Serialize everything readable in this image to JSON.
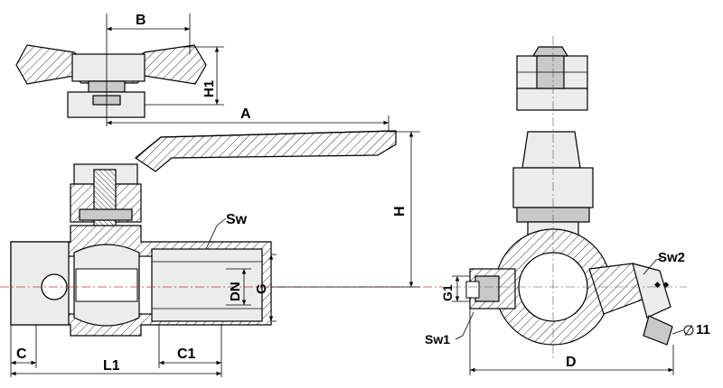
{
  "drawing": {
    "labels": {
      "B": "B",
      "H1": "H1",
      "A": "A",
      "H": "H",
      "Sw": "Sw",
      "DN": "DN",
      "G": "G",
      "C": "C",
      "L1": "L1",
      "C1": "C1",
      "Sw2": "Sw2",
      "G1": "G1",
      "Sw1": "Sw1",
      "D": "D",
      "eleven": "11"
    }
  }
}
